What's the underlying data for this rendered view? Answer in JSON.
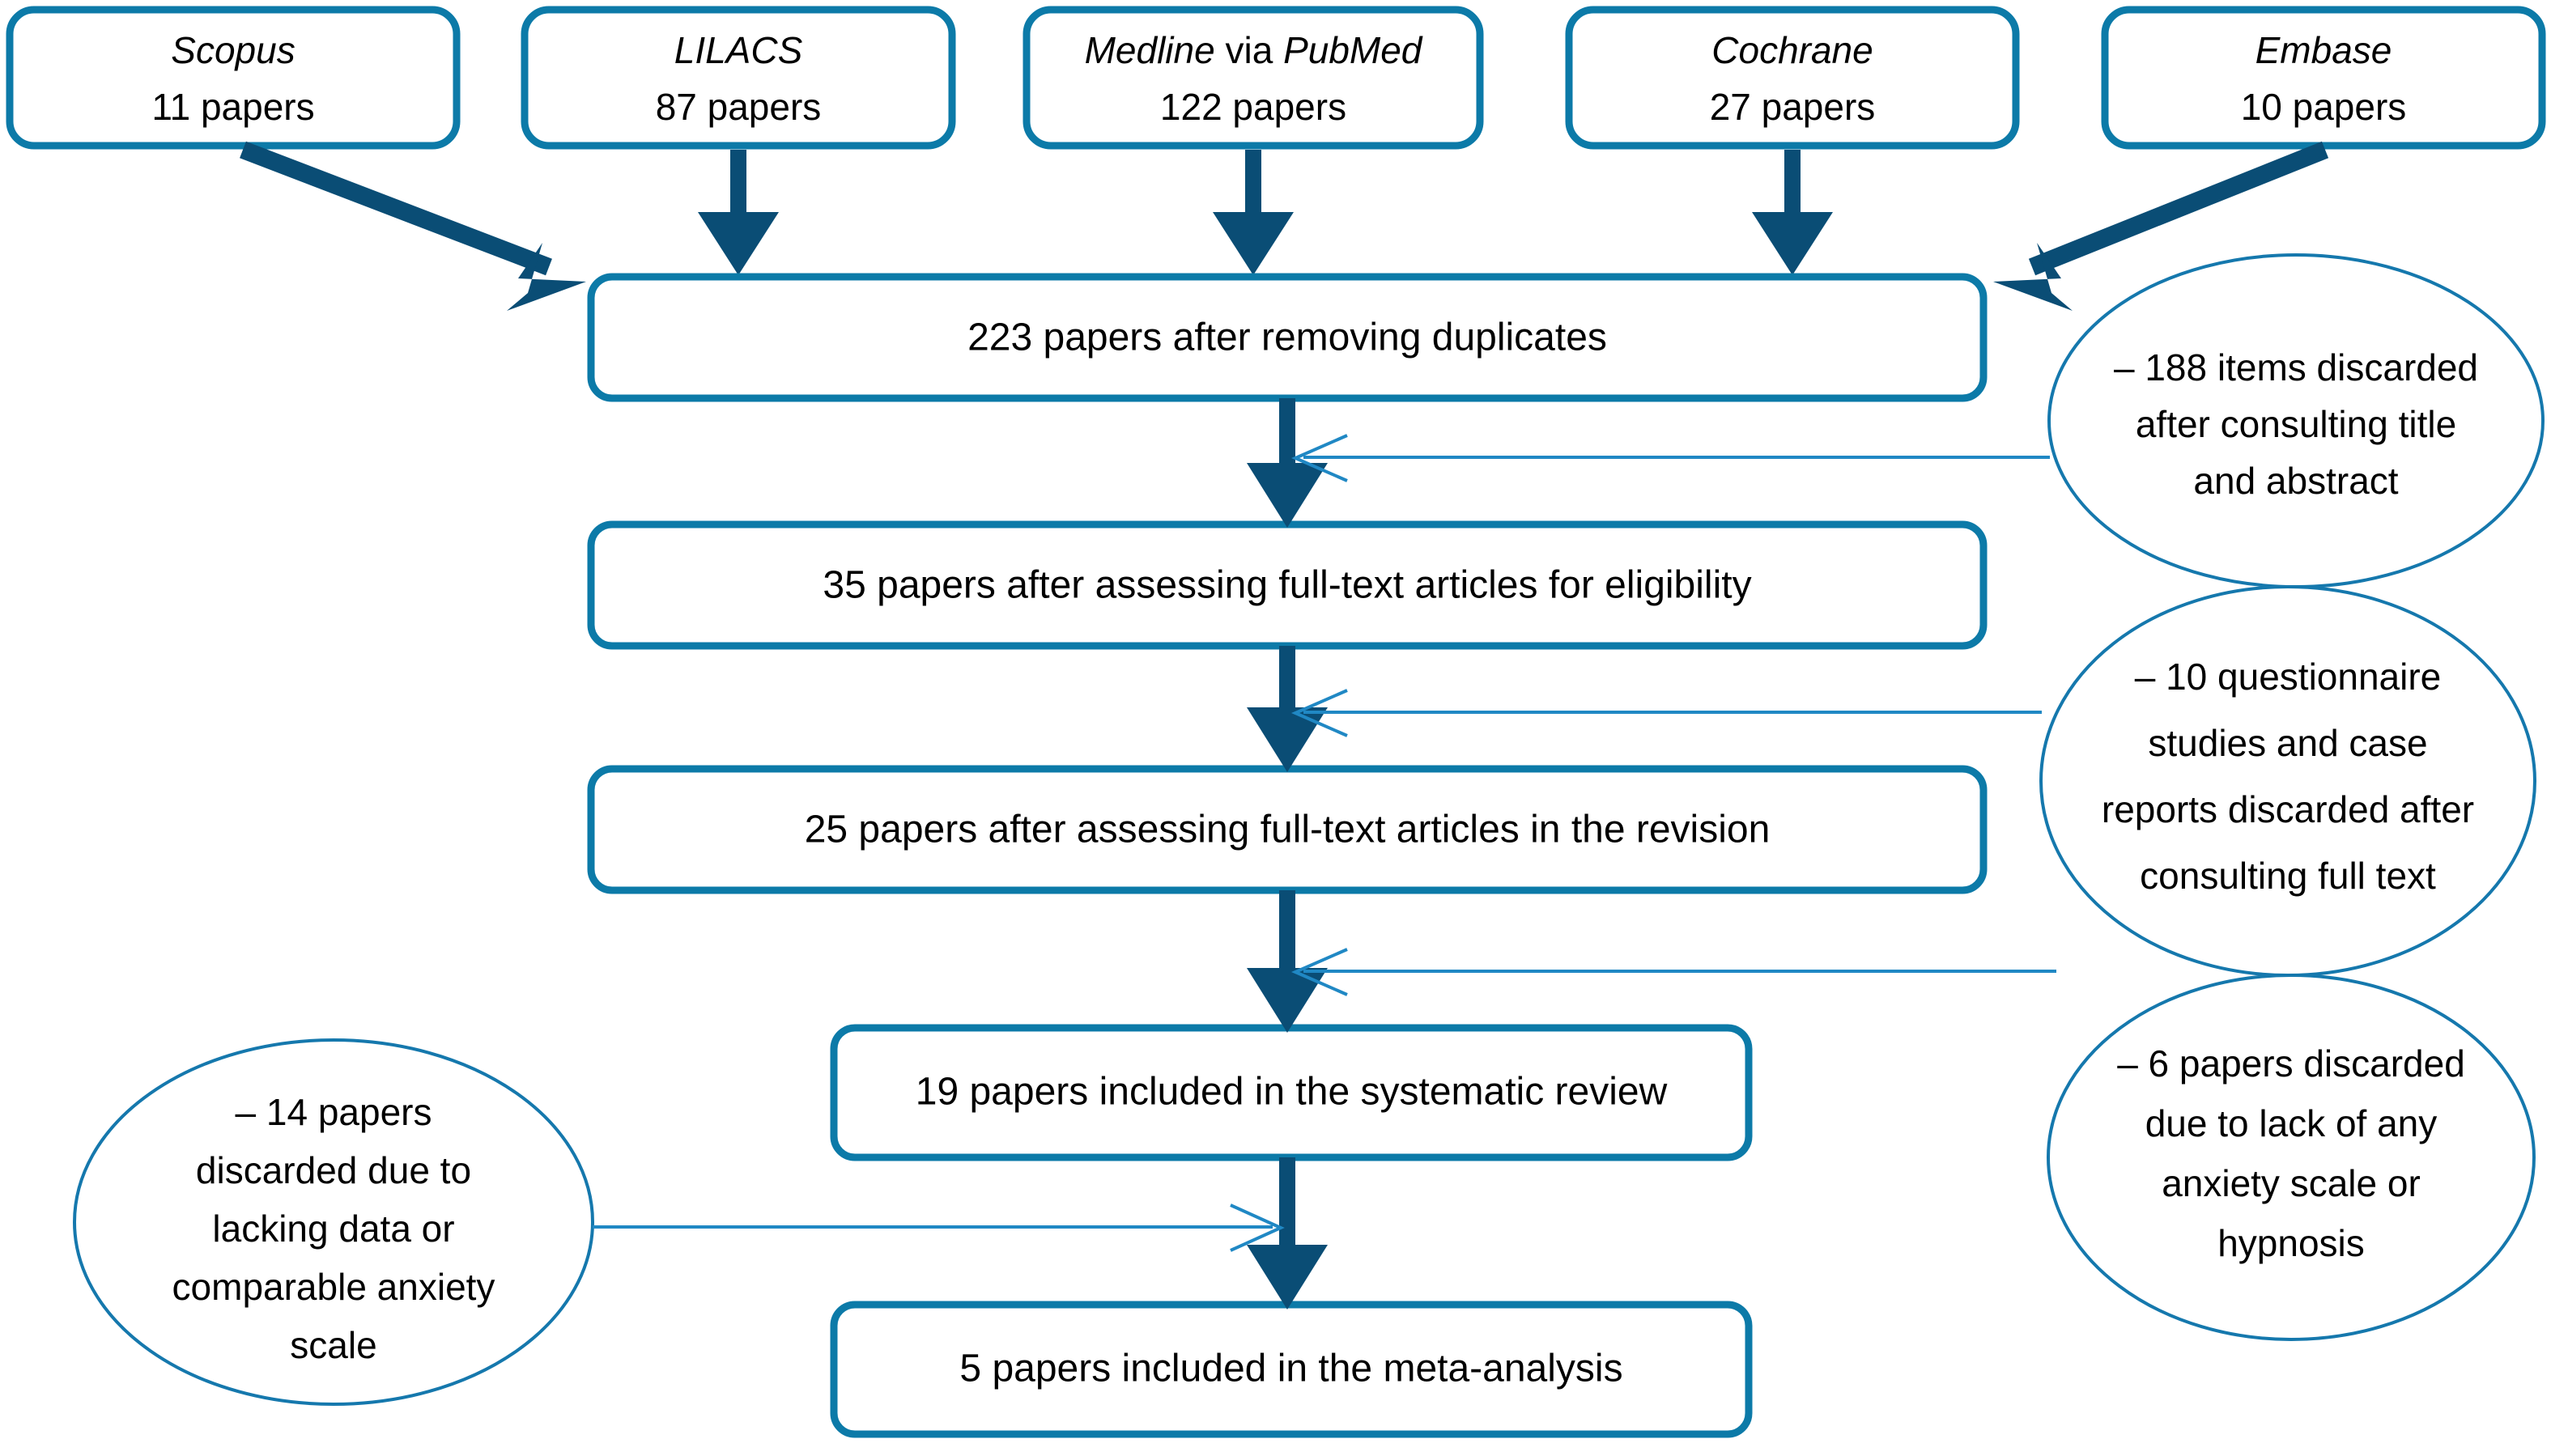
{
  "diagram": {
    "title": "PRISMA study selection flow diagram",
    "colors": {
      "box_border": "#0c7aa8",
      "thick_arrow": "#0a4d75",
      "thin_leader": "#2088c4",
      "ellipse_border": "#1578ad",
      "text": "#000000",
      "background": "#ffffff"
    },
    "sources": [
      {
        "name": "Scopus",
        "name_italic": true,
        "count_line": "11 papers",
        "count": 11
      },
      {
        "name": "LILACS",
        "name_italic": true,
        "count_line": "87 papers",
        "count": 87
      },
      {
        "name": "Medline",
        "name_italic": true,
        "via": " via ",
        "name2": "PubMed",
        "count_line": "122 papers",
        "count": 122
      },
      {
        "name": "Cochrane",
        "name_italic": true,
        "count_line": "27 papers",
        "count": 27
      },
      {
        "name": "Embase",
        "name_italic": true,
        "count_line": "10 papers",
        "count": 10
      }
    ],
    "stages": [
      {
        "id": "dedup",
        "label": "223 papers after removing duplicates",
        "count": 223
      },
      {
        "id": "eligible",
        "label": "35 papers after assessing full-text articles for eligibility",
        "count": 35
      },
      {
        "id": "revision",
        "label": "25 papers after assessing full-text articles in the revision",
        "count": 25
      },
      {
        "id": "systematic",
        "label": "19 papers included in the systematic review",
        "count": 19
      },
      {
        "id": "meta",
        "label": "5 papers included in the meta-analysis",
        "count": 5
      }
    ],
    "exclusions": [
      {
        "id": "excl-188",
        "side": "right",
        "count": 188,
        "lines": [
          "–  188 items discarded",
          "after consulting title",
          "and abstract"
        ]
      },
      {
        "id": "excl-10",
        "side": "right",
        "count": 10,
        "lines": [
          "–  10 questionnaire",
          "studies and case",
          "reports discarded after",
          "consulting full text"
        ]
      },
      {
        "id": "excl-6",
        "side": "right",
        "count": 6,
        "lines": [
          "–  6 papers discarded",
          "due to lack of any",
          "anxiety scale or",
          "hypnosis"
        ]
      },
      {
        "id": "excl-14",
        "side": "left",
        "count": 14,
        "lines": [
          "–  14 papers",
          "discarded due to",
          "lacking data or",
          "comparable anxiety",
          "scale"
        ]
      }
    ]
  }
}
